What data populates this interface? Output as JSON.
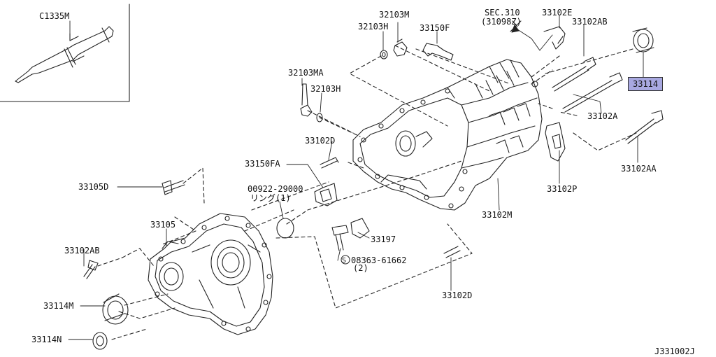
{
  "diagram_id": "J331002J",
  "callouts": {
    "c1335m": "C1335M",
    "p32103m": "32103M",
    "p32103h_top": "32103H",
    "p33150f": "33150F",
    "sec_310": "SEC.310",
    "sec_310_ref": "(31098Z)",
    "p33102e": "33102E",
    "p33102ab_top": "33102AB",
    "p33114": "33114",
    "p32103ma": "32103MA",
    "p32103h_mid": "32103H",
    "p33102a": "33102A",
    "p33102d_top": "33102D",
    "p33150fa": "33150FA",
    "p00922": "00922-29000",
    "p00922_qty": "リング(1)",
    "p33105d": "33105D",
    "p33102p": "33102P",
    "p33102aa": "33102AA",
    "p33102m": "33102M",
    "p33105": "33105",
    "p33197": "33197",
    "p08363": "08363-61662",
    "p08363_qty": "(2)",
    "p33102ab_left": "33102AB",
    "p33102d_bottom": "33102D",
    "p33114m": "33114M",
    "p33114n": "33114N"
  },
  "highlight_color": "#a8a8e0"
}
